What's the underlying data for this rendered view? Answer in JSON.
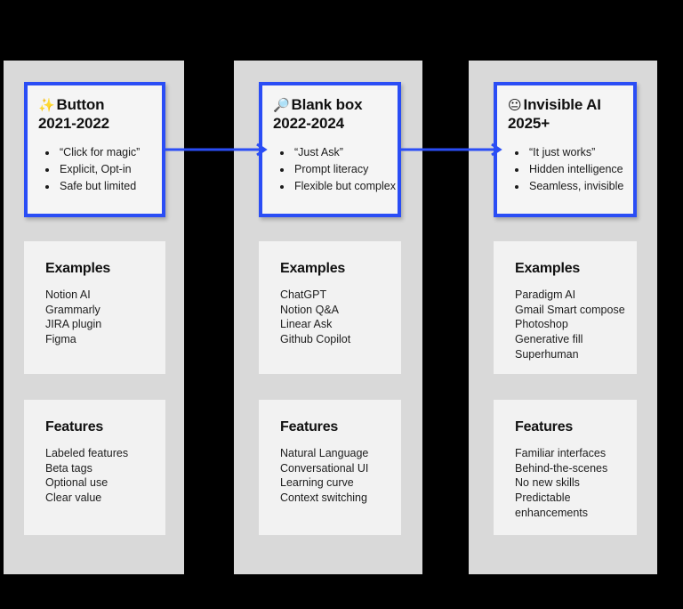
{
  "page": {
    "background_color": "#000000",
    "column_color": "#d9d9d9",
    "card_color": "#f5f5f5",
    "accent_color": "#2a4df5",
    "ghost_title": "",
    "ghost_footer": ""
  },
  "section_labels": {
    "examples": "Examples",
    "features": "Features"
  },
  "columns": [
    {
      "id": "button-era",
      "header": {
        "emoji": "✨",
        "emoji_name": "sparkles-emoji",
        "title": "Button",
        "years": "2021-2022",
        "bullets": [
          "“Click for magic”",
          "Explicit, Opt-in",
          "Safe but limited"
        ]
      },
      "examples": {
        "heading": "Examples",
        "items": [
          "Notion AI",
          "Grammarly",
          "JIRA plugin",
          "Figma"
        ]
      },
      "features": {
        "heading": "Features",
        "items": [
          "Labeled features",
          "Beta tags",
          "Optional use",
          "Clear value"
        ]
      }
    },
    {
      "id": "blank-box-era",
      "header": {
        "emoji": "🔎",
        "emoji_name": "magnifying-glass-emoji",
        "title": "Blank box",
        "years": "2022-2024",
        "bullets": [
          "“Just Ask”",
          "Prompt literacy",
          "Flexible but complex"
        ]
      },
      "examples": {
        "heading": "Examples",
        "items": [
          "ChatGPT",
          "Notion Q&A",
          "Linear Ask",
          "Github Copilot"
        ]
      },
      "features": {
        "heading": "Features",
        "items": [
          "Natural Language",
          "Conversational UI",
          "Learning curve",
          "Context switching"
        ]
      }
    },
    {
      "id": "invisible-ai-era",
      "header": {
        "emoji": "😐",
        "emoji_name": "neutral-face-emoji",
        "title": "Invisible AI",
        "years": "2025+",
        "bullets": [
          "“It just works”",
          "Hidden intelligence",
          "Seamless, invisible"
        ]
      },
      "examples": {
        "heading": "Examples",
        "items": [
          "Paradigm AI",
          "Gmail Smart compose",
          "Photoshop",
          "Generative fill",
          "Superhuman"
        ]
      },
      "features": {
        "heading": "Features",
        "items": [
          "Familiar interfaces",
          "Behind-the-scenes",
          "No new skills",
          "Predictable enhancements"
        ]
      }
    }
  ]
}
